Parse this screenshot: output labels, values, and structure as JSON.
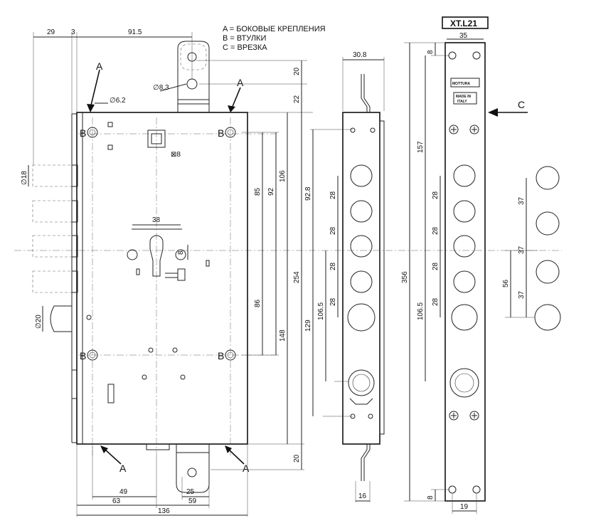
{
  "legend": [
    "A = БОКОВЫЕ КРЕПЛЕНИЯ",
    "B = ВТУЛКИ",
    "C = ВРЕЗКА"
  ],
  "model_label": "XT.L21",
  "brand_plate": "MOTTURA",
  "made_in_1": "MADE IN",
  "made_in_2": "ITALY",
  "letters": {
    "a": "A",
    "b": "B",
    "c": "C"
  },
  "dims": {
    "d29": "29",
    "d3": "3",
    "d915": "91.5",
    "d62": "6.2",
    "d83": "8.3",
    "d20a": "20",
    "d22": "22",
    "d8sq": "8",
    "d38": "38",
    "d8": "8",
    "d85": "85",
    "d92": "92",
    "d106": "106",
    "d928": "92.8",
    "d86": "86",
    "d148": "148",
    "d254": "254",
    "d129": "129",
    "d1065": "106.5",
    "d20b": "20",
    "d18": "18",
    "d20c": "20",
    "d49": "49",
    "d63": "63",
    "d136": "136",
    "d25": "25",
    "d59": "59",
    "d308": "30.8",
    "d16": "16",
    "d28": "28",
    "d35": "35",
    "d8top": "8",
    "d157": "157",
    "d356": "356",
    "d8bot": "8",
    "d19": "19",
    "d37": "37",
    "d56": "56"
  }
}
